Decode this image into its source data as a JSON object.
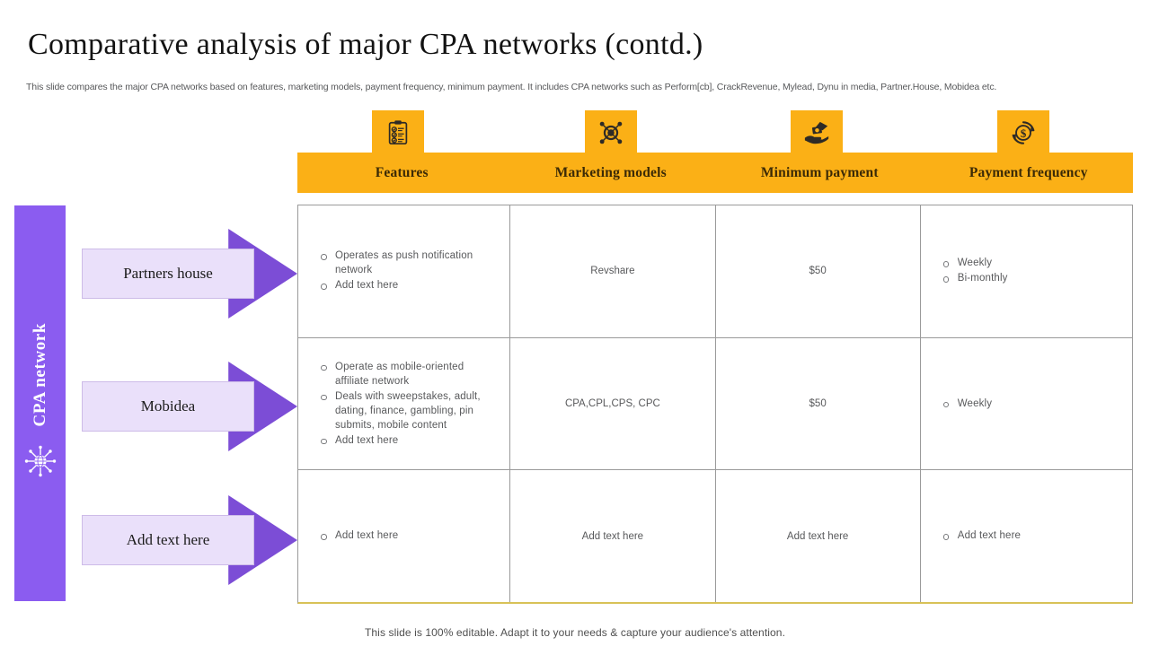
{
  "slide": {
    "title": "Comparative analysis of major CPA networks (contd.)",
    "subtitle": "This slide compares the major CPA networks based on features, marketing models, payment frequency, minimum payment. It includes CPA networks such as Perform[cb], CrackRevenue, Mylead, Dynu in media, Partner.House, Mobidea etc.",
    "footer": "This slide is 100% editable. Adapt it to your needs & capture your audience's attention."
  },
  "colors": {
    "header_orange": "#fbb016",
    "sidebar_purple": "#8B5CF0",
    "arrow_purple": "#7C4DD6",
    "arrow_box_lavender": "#EAE0FA",
    "table_border": "#9a9a9a",
    "table_bottom_gold": "#d8c257",
    "body_text": "#58595b"
  },
  "sidebar": {
    "label": "CPA network",
    "icon": "globe-network-icon"
  },
  "table": {
    "columns": [
      {
        "label": "Features",
        "icon": "checklist-clipboard-icon"
      },
      {
        "label": "Marketing models",
        "icon": "network-target-icon"
      },
      {
        "label": "Minimum payment",
        "icon": "hand-money-icon"
      },
      {
        "label": "Payment frequency",
        "icon": "dollar-refresh-icon"
      }
    ],
    "rows": [
      {
        "label": "Partners house",
        "features": [
          "Operates as push notification network",
          "Add text here"
        ],
        "marketing_models": "Revshare",
        "minimum_payment": "$50",
        "payment_frequency": [
          "Weekly",
          "Bi-monthly"
        ]
      },
      {
        "label": "Mobidea",
        "features": [
          "Operate as mobile-oriented affiliate network",
          "Deals with sweepstakes, adult, dating, finance, gambling, pin submits, mobile content",
          "Add text here"
        ],
        "marketing_models": "CPA,CPL,CPS, CPC",
        "minimum_payment": "$50",
        "payment_frequency": [
          "Weekly"
        ]
      },
      {
        "label": "Add text here",
        "features": [
          "Add text here"
        ],
        "marketing_models": "Add text here",
        "minimum_payment": "Add text here",
        "payment_frequency": [
          "Add text here"
        ]
      }
    ]
  }
}
